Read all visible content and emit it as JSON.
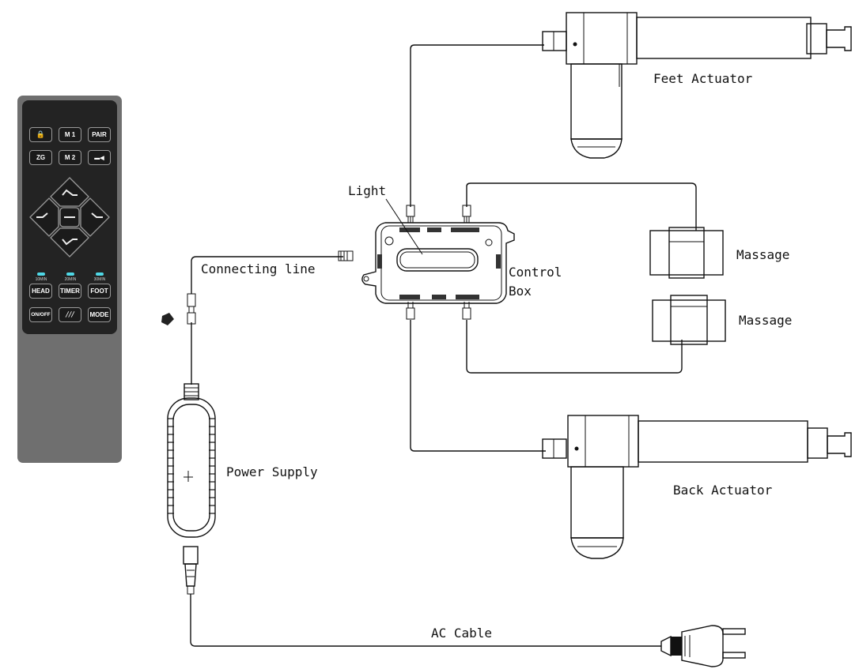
{
  "labels": {
    "feet_actuator": "Feet Actuator",
    "back_actuator": "Back Actuator",
    "light": "Light",
    "control_box_line1": "Control",
    "control_box_line2": "Box",
    "massage_1": "Massage",
    "massage_2": "Massage",
    "connecting_line": "Connecting line",
    "power_supply": "Power Supply",
    "ac_cable": "AC Cable"
  },
  "remote": {
    "buttons_row1": [
      "🔒",
      "M 1",
      "PAIR"
    ],
    "buttons_row2": [
      "ZG",
      "M 2",
      "▬◀"
    ],
    "timer_leds": [
      "10MIN",
      "20MIN",
      "30MIN"
    ],
    "buttons_row3": [
      "HEAD",
      "TIMER",
      "FOOT"
    ],
    "buttons_row4": [
      "ON/OFF",
      "╱╱╱",
      "MODE"
    ],
    "led_color": "#4fd8e6"
  }
}
